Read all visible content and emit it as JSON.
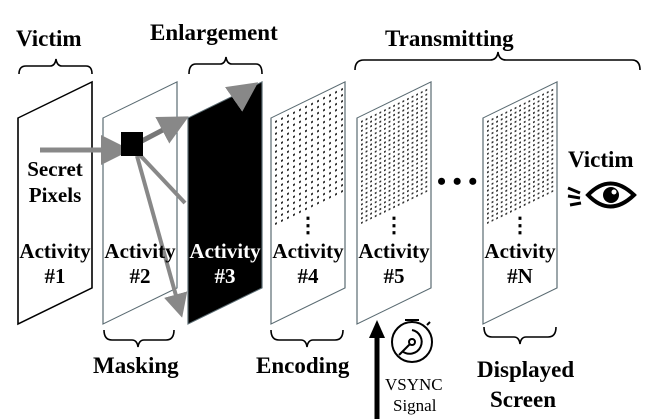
{
  "labels": {
    "victim_left": "Victim",
    "enlargement": "Enlargement",
    "transmitting": "Transmitting",
    "masking": "Masking",
    "encoding": "Encoding",
    "displayed_line1": "Displayed",
    "displayed_line2": "Screen",
    "victim_right": "Victim",
    "vsync_line1": "VSYNC",
    "vsync_line2": "Signal",
    "ellipsis": "• • •"
  },
  "panels": [
    {
      "title1": "Secret",
      "title2": "Pixels",
      "activity": "Activity",
      "num": "#1",
      "style": "white"
    },
    {
      "activity": "Activity",
      "num": "#2",
      "style": "white"
    },
    {
      "activity": "Activity",
      "num": "#3",
      "style": "black"
    },
    {
      "activity": "Activity",
      "num": "#4",
      "style": "dots",
      "vdots": "⋮"
    },
    {
      "activity": "Activity",
      "num": "#5",
      "style": "dots",
      "vdots": "⋮"
    },
    {
      "activity": "Activity",
      "num": "#N",
      "style": "dots",
      "vdots": "⋮"
    }
  ],
  "icons": [
    "eye-icon",
    "stopwatch-icon",
    "vsync-arrow-icon"
  ]
}
